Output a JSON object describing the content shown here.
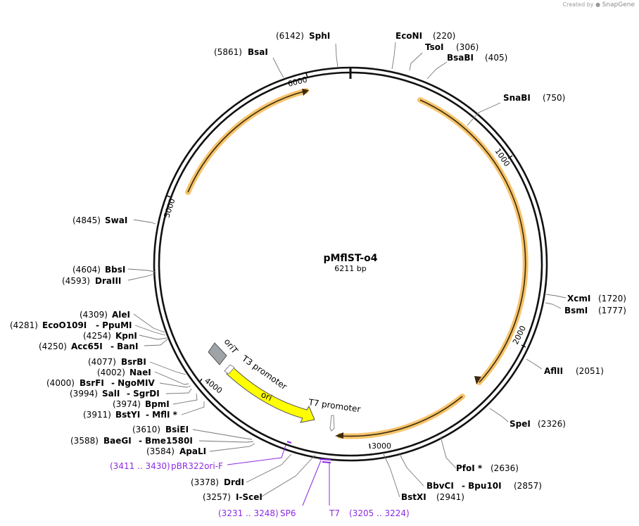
{
  "credit": {
    "prefix": "Created by",
    "brand": "SnapGene"
  },
  "plasmid": {
    "name": "pMflST-o4",
    "size_label": "6211 bp"
  },
  "ticks": [
    "1000",
    "2000",
    "3000",
    "4000",
    "5000",
    "6000"
  ],
  "features": [
    {
      "id": "orit",
      "label": "oriT"
    },
    {
      "id": "t3",
      "label": "T3 promoter"
    },
    {
      "id": "ori",
      "label": "ori"
    },
    {
      "id": "t7p",
      "label": "T7 promoter"
    }
  ],
  "enzymes": [
    {
      "id": "sphi",
      "pos": "(6142)",
      "name": "SphI"
    },
    {
      "id": "econi",
      "name": "EcoNI",
      "pos": "(220)"
    },
    {
      "id": "tsoi",
      "name": "TsoI",
      "pos": "(306)"
    },
    {
      "id": "bsabi",
      "name": "BsaBI",
      "pos": "(405)"
    },
    {
      "id": "bsai",
      "pos": "(5861)",
      "name": "BsaI"
    },
    {
      "id": "snabi",
      "name": "SnaBI",
      "pos": "(750)"
    },
    {
      "id": "swai",
      "pos": "(4845)",
      "name": "SwaI"
    },
    {
      "id": "bbsi",
      "pos": "(4604)",
      "name": "BbsI"
    },
    {
      "id": "draiii",
      "pos": "(4593)",
      "name": "DraIII"
    },
    {
      "id": "xcmi",
      "name": "XcmI",
      "pos": "(1720)"
    },
    {
      "id": "bsmi",
      "name": "BsmI",
      "pos": "(1777)"
    },
    {
      "id": "alei",
      "pos": "(4309)",
      "name": "AleI"
    },
    {
      "id": "eco",
      "pos": "(4281)",
      "name": "EcoO109I",
      "extra": "- PpuMI"
    },
    {
      "id": "kpni",
      "pos": "(4254)",
      "name": "KpnI"
    },
    {
      "id": "acc65i",
      "pos": "(4250)",
      "name": "Acc65I",
      "extra": "- BanI"
    },
    {
      "id": "afliii",
      "name": "AflII",
      "pos": "(2051)"
    },
    {
      "id": "bsrbi",
      "pos": "(4077)",
      "name": "BsrBI"
    },
    {
      "id": "naei",
      "pos": "(4002)",
      "name": "NaeI"
    },
    {
      "id": "bsrfi",
      "pos": "(4000)",
      "name": "BsrFI",
      "extra": "- NgoMIV"
    },
    {
      "id": "sali",
      "pos": "(3994)",
      "name": "SalI",
      "extra": "- SgrDI"
    },
    {
      "id": "bpmi",
      "pos": "(3974)",
      "name": "BpmI"
    },
    {
      "id": "bstyi",
      "pos": "(3911)",
      "name": "BstYI",
      "extra": "- MflI *"
    },
    {
      "id": "spei",
      "name": "SpeI",
      "pos": "(2326)"
    },
    {
      "id": "bsiei",
      "pos": "(3610)",
      "name": "BsiEI"
    },
    {
      "id": "baegi",
      "pos": "(3588)",
      "name": "BaeGI",
      "extra": "- Bme1580I"
    },
    {
      "id": "apali",
      "pos": "(3584)",
      "name": "ApaLI"
    },
    {
      "id": "pfoi",
      "name": "PfoI *",
      "pos": "(2636)"
    },
    {
      "id": "drdi",
      "pos": "(3378)",
      "name": "DrdI"
    },
    {
      "id": "bbvci",
      "name": "BbvCI",
      "extra": "- Bpu10I",
      "pos": "(2857)"
    },
    {
      "id": "scei",
      "pos": "(3257)",
      "name": "I-SceI"
    },
    {
      "id": "bstxi",
      "name": "BstXI",
      "pos": "(2941)"
    }
  ],
  "primers": [
    {
      "id": "pbr",
      "pos": "(3411 .. 3430)",
      "name": "pBR322ori-F"
    },
    {
      "id": "sp6",
      "pos": "(3231 .. 3248)",
      "name": "SP6"
    },
    {
      "id": "t7",
      "name": "T7",
      "pos": "(3205 .. 3224)"
    }
  ],
  "colors": {
    "feature_orange": "#f5a623",
    "ori_yellow": "#ffff00",
    "orit_gray": "#9ea3a8",
    "primer_purple": "#8b2be2",
    "backbone": "#111111"
  }
}
